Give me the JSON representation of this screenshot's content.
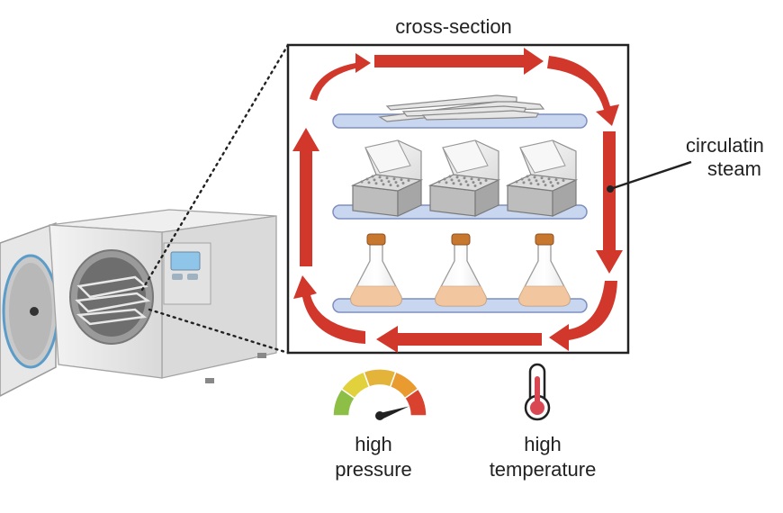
{
  "labels": {
    "cross_section": "cross-section",
    "steam_line1": "circulatin",
    "steam_line2": "steam",
    "pressure_line1": "high",
    "pressure_line2": "pressure",
    "temperature_line1": "high",
    "temperature_line2": "temperature"
  },
  "colors": {
    "arrow": "#d2372b",
    "shelf": "#c9d6f0",
    "shelf_border": "#7d8fc0",
    "liquid": "#f2c7a0",
    "cap": "#c8782e",
    "thermo_bulb": "#d94852",
    "gauge_green": "#8dbf47",
    "gauge_yellow": "#e1d13c",
    "gauge_orange": "#ea9b2f",
    "gauge_red": "#d8422f"
  },
  "icons": {
    "autoclave": "autoclave-machine-icon",
    "tweezers": "tweezers-icon",
    "tip_box": "pipette-tip-box-icon",
    "flask": "erlenmeyer-flask-icon",
    "gauge": "pressure-gauge-icon",
    "thermometer": "thermometer-icon"
  }
}
